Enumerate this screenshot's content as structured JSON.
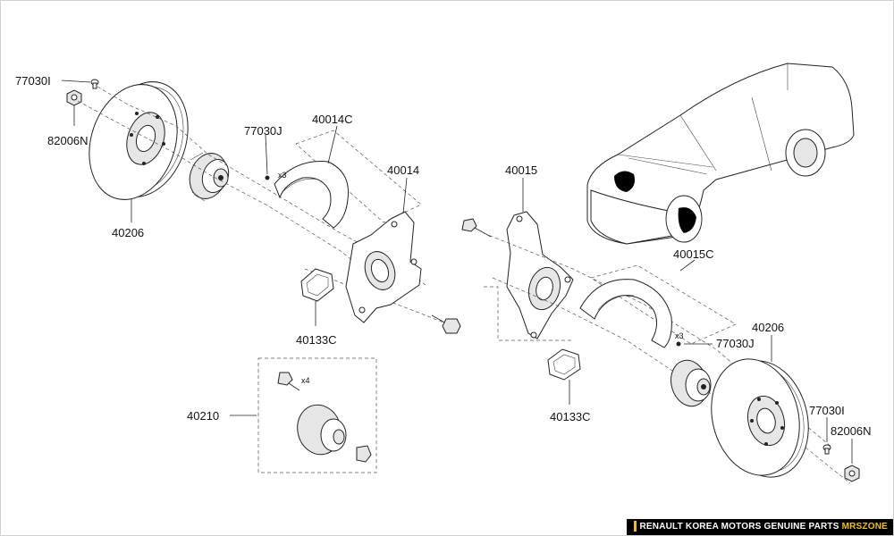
{
  "labels": {
    "l77030i_a": "77030I",
    "l82006n_a": "82006N",
    "l40206_a": "40206",
    "l77030j_a": "77030J",
    "l40014c": "40014C",
    "l40014": "40014",
    "l40133c_a": "40133C",
    "l40210": "40210",
    "l40015": "40015",
    "l40015c": "40015C",
    "l40206_b": "40206",
    "l77030j_b": "77030J",
    "l40133c_b": "40133C",
    "l77030i_b": "77030I",
    "l82006n_b": "82006N"
  },
  "quantities": {
    "q_shield_screw_a": "x3",
    "q_hub_bolts": "x4",
    "q_shield_screw_b": "x3"
  },
  "footer": {
    "text": "RENAULT KOREA MOTORS GENUINE PARTS",
    "brand": "MRSZONE"
  },
  "colors": {
    "accent": "#f2c200",
    "footer_bg": "#000000",
    "highlight": "#000000"
  }
}
